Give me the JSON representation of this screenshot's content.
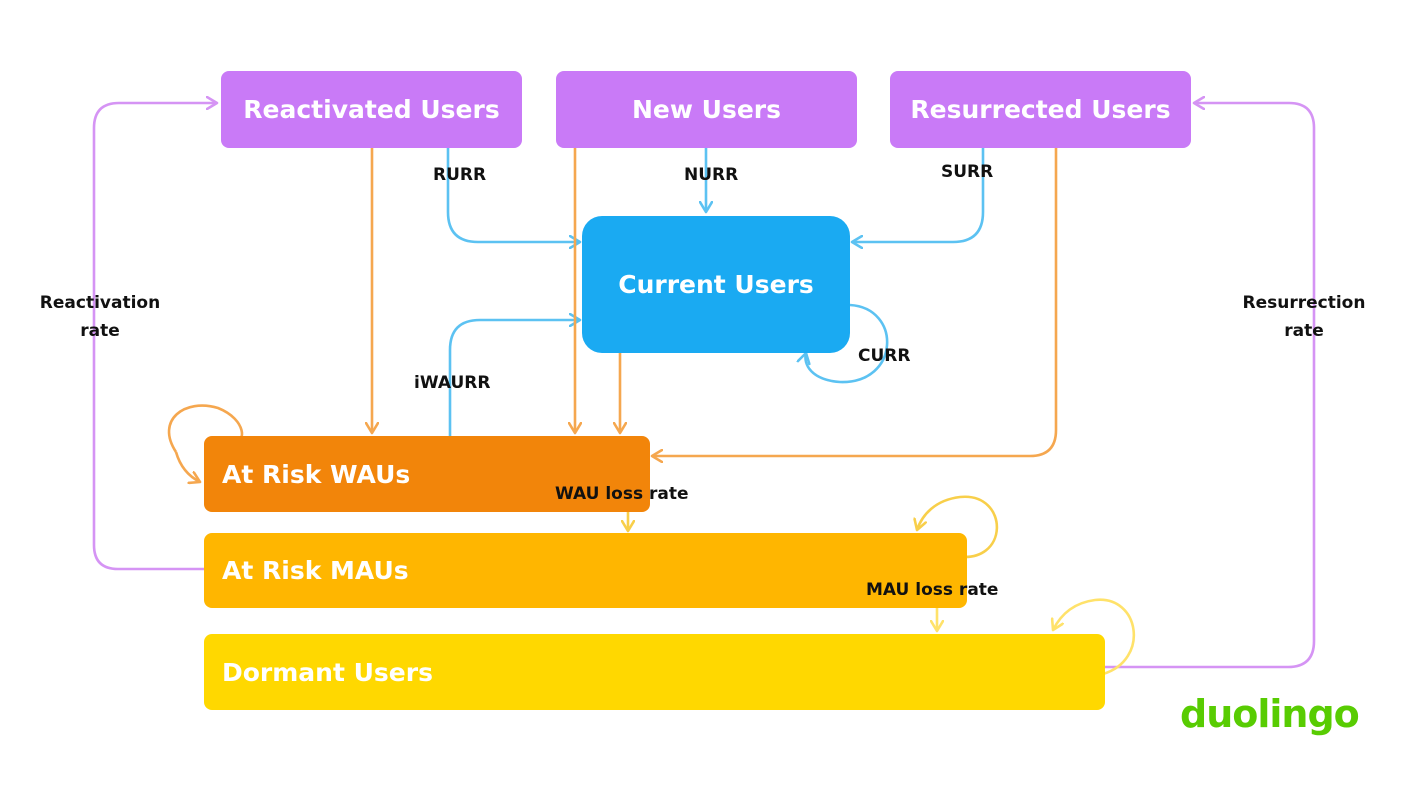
{
  "colors": {
    "purple": "#c97af7",
    "purple_line": "#d594f4",
    "blue": "#1aaaf2",
    "blue_line": "#5cc2f2",
    "dark_orange": "#f2850a",
    "orange_line": "#f5a74f",
    "amber": "#ffb600",
    "amber_line": "#f8cf4a",
    "yellow": "#ffd800",
    "yellow_line": "#ffe26a",
    "brand_green": "#58cc02"
  },
  "nodes": {
    "reactivated": "Reactivated Users",
    "new": "New Users",
    "resurrected": "Resurrected Users",
    "current": "Current Users",
    "at_risk_wau": "At Risk WAUs",
    "at_risk_mau": "At Risk MAUs",
    "dormant": "Dormant Users"
  },
  "edge_labels": {
    "rurr": "RURR",
    "nurr": "NURR",
    "surr": "SURR",
    "curr": "CURR",
    "iwaurr": "iWAURR",
    "wau_loss": "WAU loss rate",
    "mau_loss": "MAU loss rate",
    "reactivation_line1": "Reactivation",
    "reactivation_line2": "rate",
    "resurrection_line1": "Resurrection",
    "resurrection_line2": "rate"
  },
  "brand": {
    "logo_text": "duolingo"
  }
}
